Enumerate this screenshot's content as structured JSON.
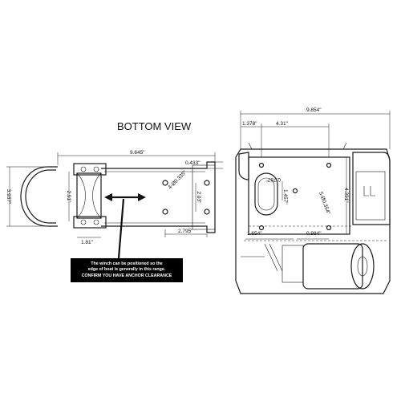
{
  "title": "BOTTOM VIEW",
  "note": {
    "line1": "The winch can be positioned so the",
    "line2": "edge of boat is generally in this range.",
    "line3": "CONFIRM YOU HAVE ANCHOR CLEARANCE"
  },
  "bottom_view_dims": {
    "overall_length": "9.645\"",
    "height": "3.937\"",
    "offset_top": "0.433\"",
    "hole_spacing": "2.795\"",
    "roller_height": "2.91\"",
    "hole_vertical": "2.03\"",
    "roller_width": "1.81\"",
    "bolt_callout": "4-Ø0.335\""
  },
  "side_view_dims": {
    "overall_length": "9.854\"",
    "left_offset": "1.378\"",
    "hole_spacing": "4.31\"",
    "slot_width": "0.787\"",
    "slot_height": "1.457\"",
    "plate_height": "4.331\"",
    "bottom_left": "1.654\"",
    "bottom_right": "0.984\"",
    "bolt_callout": "5-Ø0.354\""
  }
}
